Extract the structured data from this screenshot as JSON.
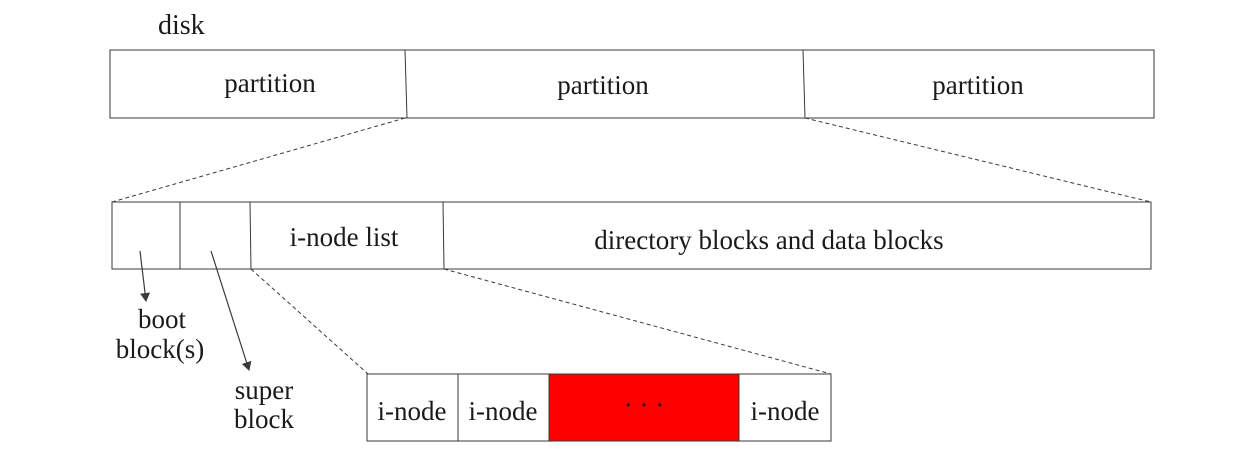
{
  "disk": {
    "label": "disk",
    "partitions": [
      "partition",
      "partition",
      "partition"
    ]
  },
  "partition_detail": {
    "boot_label_line1": "boot",
    "boot_label_line2": "block(s)",
    "super_label_line1": "super",
    "super_label_line2": "block",
    "inode_list_label": "i-node list",
    "data_blocks_label": "directory blocks and data blocks"
  },
  "inode_list_detail": {
    "cells": [
      "i-node",
      "i-node",
      "· · ·",
      "i-node"
    ],
    "highlight_color": "#ff0000"
  }
}
